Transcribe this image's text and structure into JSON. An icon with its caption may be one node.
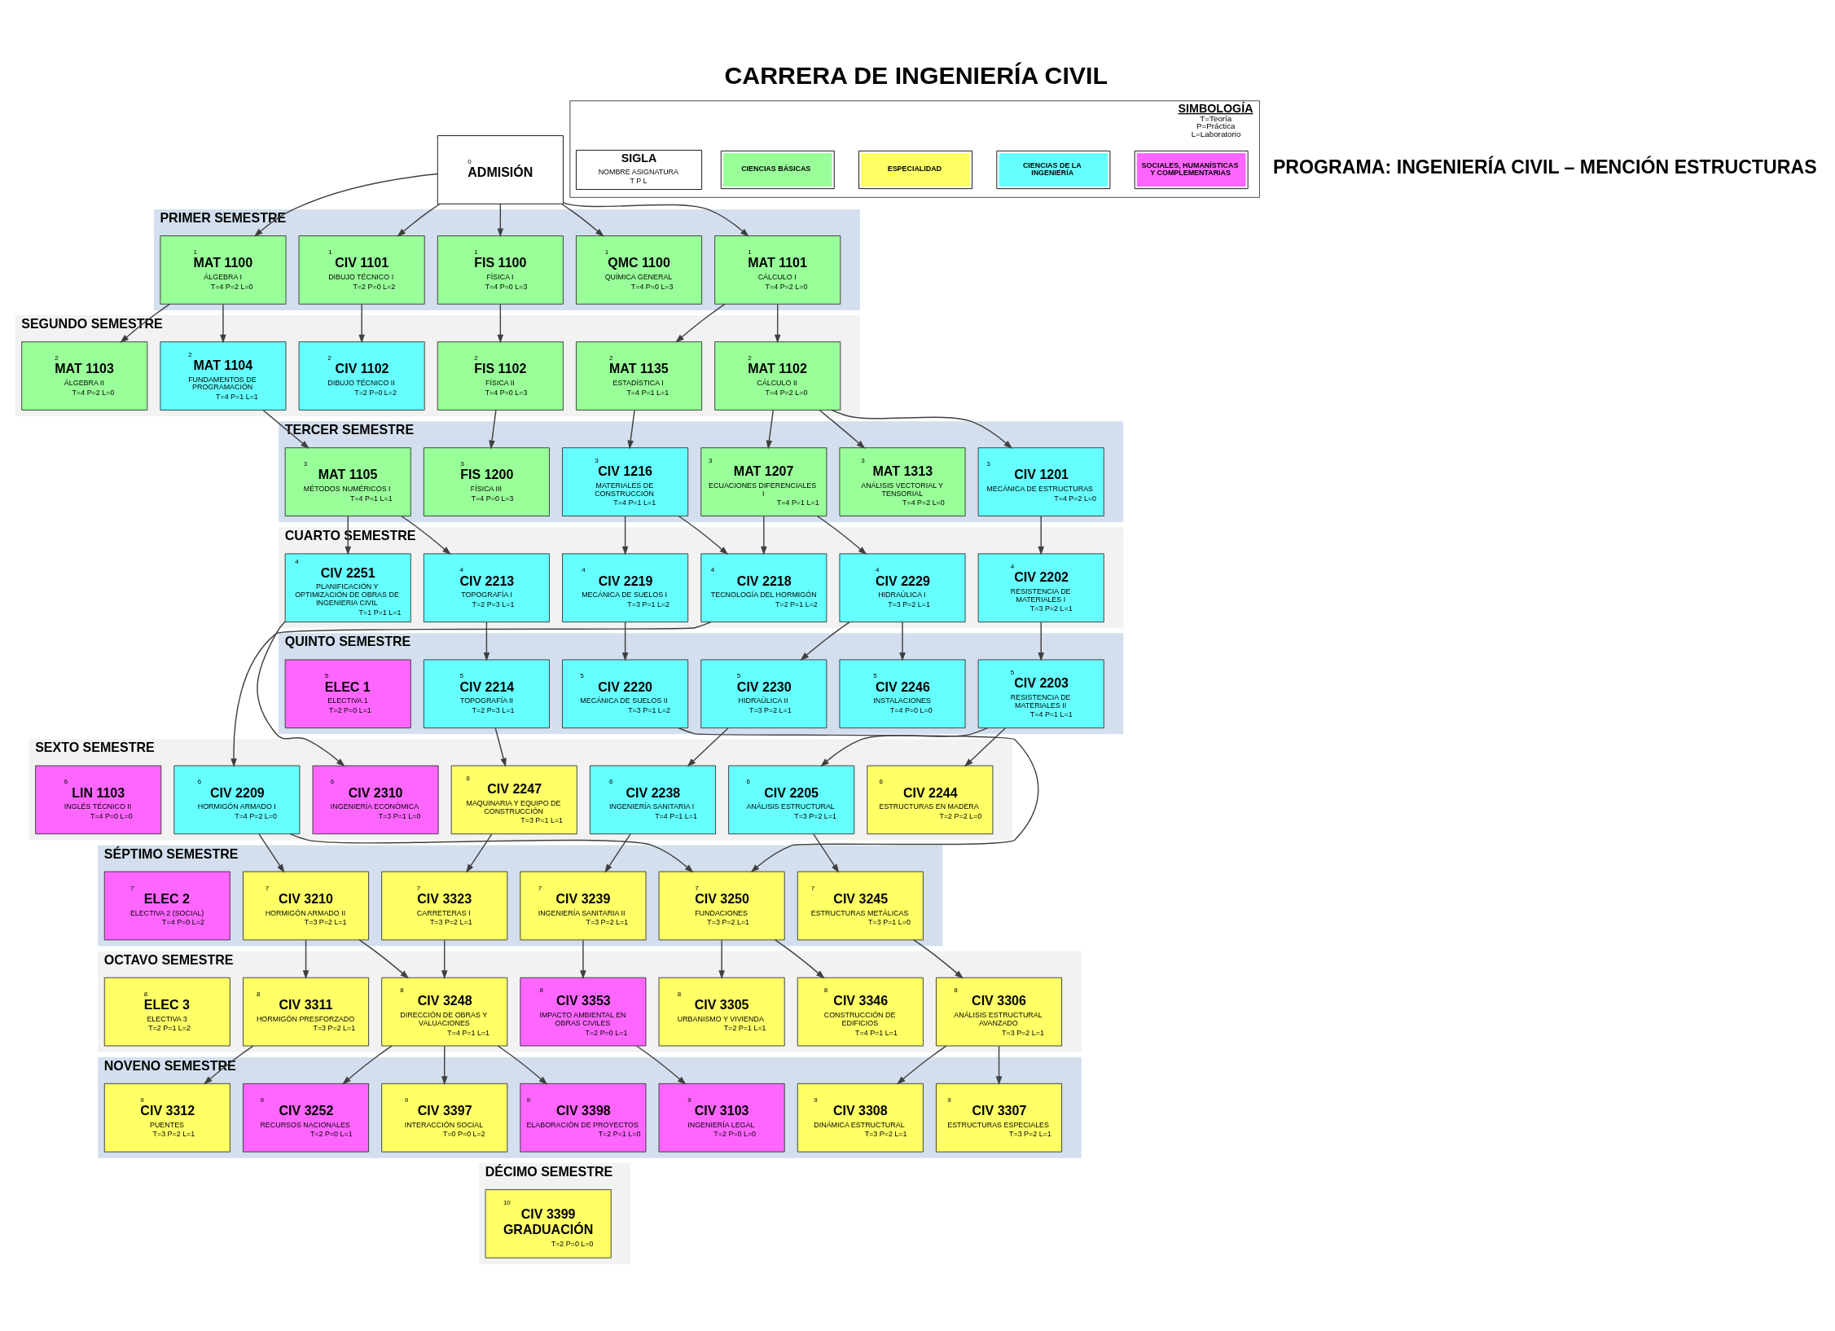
{
  "diagram": {
    "title": "CARRERA DE INGENIERÍA CIVIL",
    "nodes": [
      {
        "text": [
          "0",
          "ADMISIÓN"
        ]
      },
      {
        "text": [
          "PRIMER SEMESTRE"
        ]
      },
      {
        "text": [
          "1",
          "MAT 1101",
          "CÁLCULO I",
          "T=4 P=2 L=0"
        ],
        "in": 1
      },
      {
        "text": [
          "1",
          "QMC 1100",
          "QUÍMICA GENERAL",
          "T=4 P=0 L=3"
        ],
        "in": 1
      },
      {
        "text": [
          "1",
          "FIS 1100",
          "FÍSICA I",
          "T=4 P=0 L=3"
        ],
        "in": 1
      },
      {
        "text": [
          "1",
          "CIV 1101",
          "DIBUJO TÉCNICO I",
          "T=2 P=0 L=2"
        ],
        "in": 1
      },
      {
        "text": [
          "1",
          "MAT 1100",
          "ÁLGEBRA I",
          "T=4 P=2 L=0"
        ],
        "in": 1
      },
      {
        "text": [
          "SEGUNDO SEMESTRE"
        ]
      },
      {
        "text": [
          "2",
          "MAT 1102",
          "CÁLCULO II",
          "T=4 P=2 L=0"
        ],
        "in": 7
      },
      {
        "text": [
          "2",
          "MAT 1135",
          "ESTADÍSTICA I",
          "T=4 P=1 L=1"
        ],
        "in": 7
      },
      {
        "text": [
          "2",
          "FIS 1102",
          "FÍSICA II",
          "T=4 P=0 L=3"
        ],
        "in": 7
      },
      {
        "text": [
          "2",
          "CIV 1102",
          "DIBUJO TÉCNICO II",
          "T=2 P=0 L=2"
        ],
        "in": 7
      },
      {
        "text": [
          "2",
          "MAT 1104",
          "FUNDAMENTOS DE PROGRAMACIÓN",
          "T=4 P=1 L=1"
        ],
        "in": 7
      },
      {
        "text": [
          "2",
          "MAT 1103",
          "ÁLGEBRA II",
          "T=4 P=2 L=0"
        ],
        "in": 7
      },
      {
        "text": [
          "TERCER SEMESTRE"
        ]
      },
      {
        "text": [
          "3",
          "CIV 1201",
          "MECÁNICA DE ESTRUCTURAS",
          "T=4 P=2 L=0"
        ],
        "in": 14
      },
      {
        "text": [
          "3",
          "MAT 1313",
          "ANÁLISIS VECTORIAL Y TENSORIAL",
          "T=4 P=2 L=0"
        ],
        "in": 14
      },
      {
        "text": [
          "3",
          "MAT 1207",
          "ECUACIONES DIFERENCIALES I",
          "T=4 P=1 L=1"
        ],
        "in": 14
      },
      {
        "text": [
          "3",
          "CIV 1216",
          "MATERIALES DE CONSTRUCCIÓN",
          "T=4 P=1 L=1"
        ],
        "in": 14
      },
      {
        "text": [
          "3",
          "FIS 1200",
          "FÍSICA III",
          "T=4 P=0 L=3"
        ],
        "in": 14
      },
      {
        "text": [
          "3",
          "MAT 1105",
          "MÉTODOS NUMÉRICOS I",
          "T=4 P=1 L=1"
        ],
        "in": 14
      },
      {
        "text": [
          "CUARTO SEMESTRE"
        ]
      },
      {
        "text": [
          "4",
          "CIV 2202",
          "RESISTENCIA DE MATERIALES I",
          "T=3 P=2 L=1"
        ],
        "in": 21
      },
      {
        "text": [
          "4",
          "CIV 2229",
          "HIDRAÚLICA I",
          "T=3 P=2 L=1"
        ],
        "in": 21
      },
      {
        "text": [
          "4",
          "CIV 2219",
          "MECÁNICA DE SUELOS I",
          "T=3 P=1 L=2"
        ],
        "in": 21
      },
      {
        "text": [
          "4",
          "CIV 2218",
          "TECNOLOGÍA DEL HORMIGÓN",
          "T=2 P=1 L=2"
        ],
        "in": 21
      },
      {
        "text": [
          "4",
          "CIV 2213",
          "TOPOGRAFÍA I",
          "T=2 P=3 L=1"
        ],
        "in": 21
      },
      {
        "text": [
          "4",
          "CIV 2251",
          "PLANIFICACIÓN Y OPTIMIZACIÓN DE OBRAS DE INGENIERIA CIVIL",
          "T=1 P=1 L=1"
        ],
        "in": 21
      },
      {
        "text": [
          "QUINTO SEMESTRE"
        ]
      },
      {
        "text": [
          "5",
          "CIV 2203",
          "RESISTENCIA DE MATERIALES II",
          "T=4 P=1 L=1"
        ],
        "in": 28
      },
      {
        "text": [
          "5",
          "CIV 2230",
          "HIDRAÚLICA II",
          "T=3 P=2 L=1"
        ],
        "in": 28
      },
      {
        "text": [
          "5",
          "CIV 2246",
          "INSTALACIONES",
          "T=4 P=0 L=0"
        ],
        "in": 28
      },
      {
        "text": [
          "5",
          "CIV 2220",
          "MECÁNICA DE SUELOS II",
          "T=3 P=1 L=2"
        ],
        "in": 28
      },
      {
        "text": [
          "5",
          "CIV 2214",
          "TOPOGRAFÍA II",
          "T=2 P=3 L=1"
        ],
        "in": 28
      },
      {
        "text": [
          "5",
          "ELEC 1",
          "ELECTIVA 1",
          "T=2 P=0 L=1"
        ],
        "in": 28
      },
      {
        "text": [
          "SEXTO SEMESTRE"
        ]
      },
      {
        "text": [
          "6",
          "CIV 2205",
          "ANÁLISIS ESTRUCTURAL",
          "T=3 P=2 L=1"
        ],
        "in": 35
      },
      {
        "text": [
          "6",
          "CIV 2244",
          "ESTRUCTURAS EN MADERA",
          "T=2 P=2 L=0"
        ],
        "in": 35
      },
      {
        "text": [
          "6",
          "CIV 2238",
          "INGENIERÍA SANITARIA I",
          "T=4 P=1 L=1"
        ],
        "in": 35
      },
      {
        "text": [
          "6",
          "CIV 2209",
          "HORMIGÓN ARMADO I",
          "T=4 P=2 L=0"
        ],
        "in": 35
      },
      {
        "text": [
          "6",
          "CIV 2247",
          "MAQUINARIA Y EQUIPO DE CONSTRUCCIÓN",
          "T=3 P=1 L=1"
        ],
        "in": 35
      },
      {
        "text": [
          "6",
          "CIV 2310",
          "INGENIERÍA ECONÓMICA",
          "T=3 P=1 L=0"
        ],
        "in": 35
      },
      {
        "text": [
          "6",
          "LIN 1103",
          "INGLÉS TÉCNICO II",
          "T=4 P=0 L=0"
        ],
        "in": 35
      },
      {
        "text": [
          "SÉPTIMO SEMESTRE"
        ]
      },
      {
        "text": [
          "7",
          "CIV 3245",
          "ESTRUCTURAS METÁLICAS",
          "T=3 P=1 L=0"
        ],
        "in": 43
      },
      {
        "text": [
          "7",
          "CIV 3239",
          "INGENIERÍA SANITARIA II",
          "T=3 P=2 L=1"
        ],
        "in": 43
      },
      {
        "text": [
          "7",
          "CIV 3250",
          "FUNDACIONES",
          "T=3 P=2 L=1"
        ],
        "in": 43
      },
      {
        "text": [
          "7",
          "CIV 3210",
          "HORMIGÓN ARMADO II",
          "T=3 P=2 L=1"
        ],
        "in": 43
      },
      {
        "text": [
          "7",
          "CIV 3323",
          "CARRETERAS I",
          "T=3 P=2 L=1"
        ],
        "in": 43
      },
      {
        "text": [
          "7",
          "ELEC 2",
          "ELECTIVA 2 (SOCIAL)",
          "T=4 P=0 L=2"
        ],
        "in": 43
      },
      {
        "text": [
          "OCTAVO SEMESTRE"
        ]
      },
      {
        "text": [
          "8",
          "CIV 3306",
          "ANÁLISIS ESTRUCTURAL AVANZADO",
          "T=3 P=2 L=1"
        ],
        "in": 50
      },
      {
        "text": [
          "8",
          "CIV 3353",
          "IMPACTO AMBIENTAL EN OBRAS CIVILES",
          "T=2 P=0 L=1"
        ],
        "in": 50
      },
      {
        "text": [
          "8",
          "CIV 3346",
          "CONSTRUCCIÓN DE EDIFICIOS",
          "T=4 P=1 L=1"
        ],
        "in": 50
      },
      {
        "text": [
          "8",
          "CIV 3305",
          "URBANISMO Y VIVIENDA",
          "T=2 P=1 L=1"
        ],
        "in": 50
      },
      {
        "text": [
          "8",
          "CIV 3311",
          "HORMIGÓN PRESFORZADO",
          "T=3 P=2 L=1"
        ],
        "in": 50
      },
      {
        "text": [
          "8",
          "CIV 3248",
          "DIRECCIÓN DE OBRAS Y VALUACIONES",
          "T=4 P=1 L=1"
        ],
        "in": 50
      },
      {
        "text": [
          "8",
          "ELEC 3",
          "ELECTIVA 3",
          "T=2 P=1 L=2"
        ],
        "in": 50
      },
      {
        "text": [
          "NOVENO SEMESTRE"
        ]
      },
      {
        "text": [
          "9",
          "CIV 3307",
          "ESTRUCTURAS ESPECIALES",
          "T=3 P=2 L=1"
        ],
        "in": 58
      },
      {
        "text": [
          "9",
          "CIV 3308",
          "DINÁMICA ESTRUCTURAL",
          "T=3 P=2 L=1"
        ],
        "in": 58
      },
      {
        "text": [
          "9",
          "CIV 3103",
          "INGENIERÍA LEGAL",
          "T=2 P=0 L=0"
        ],
        "in": 58
      },
      {
        "text": [
          "9",
          "CIV 3312",
          "PUENTES",
          "T=3 P=2 L=1"
        ],
        "in": 58
      },
      {
        "text": [
          "9",
          "CIV 3398",
          "ELABORACIÓN DE PROYECTOS",
          "T=2 P=1 L=0"
        ],
        "in": 58
      },
      {
        "text": [
          "9",
          "CIV 3397",
          "INTERACCIÓN SOCIAL",
          "T=0 P=0 L=2"
        ],
        "in": 58
      },
      {
        "text": [
          "9",
          "CIV 3252",
          "RECURSOS NACIONALES",
          "T=2 P=0 L=1"
        ],
        "in": 58
      },
      {
        "text": [
          "DÉCIMO SEMESTRE"
        ]
      },
      {
        "text": [
          "10",
          "CIV 3399",
          "GRADUACIÓN",
          "T=2 P=0 L=0"
        ],
        "in": 66
      },
      {
        "text": [
          "SIMBOLOGÍA",
          "T=Teoría",
          "P=Práctica",
          "L=Laboratorio"
        ]
      },
      {
        "text": [
          "SIGLA",
          "NOMBRE ASIGNATURA",
          "T P L"
        ],
        "in": 68
      }
    ],
    "edges": [
      {
        "from": 0,
        "to": 2,
        "arrow": "to"
      },
      {
        "from": 0,
        "to": 3,
        "arrow": "to"
      },
      {
        "from": 0,
        "to": 4,
        "arrow": "to"
      },
      {
        "from": 0,
        "to": 5,
        "arrow": "to"
      },
      {
        "from": 0,
        "to": 6,
        "arrow": "to"
      },
      {
        "from": 2,
        "to": 8,
        "arrow": "to"
      },
      {
        "from": 2,
        "to": 9,
        "arrow": "to"
      },
      {
        "from": 4,
        "to": 10,
        "arrow": "to"
      },
      {
        "from": 5,
        "to": 11,
        "arrow": "to"
      },
      {
        "from": 6,
        "to": 12,
        "arrow": "to"
      },
      {
        "from": 6,
        "to": 13,
        "arrow": "to"
      },
      {
        "from": 8,
        "to": 15,
        "arrow": "to"
      },
      {
        "from": 8,
        "to": 16,
        "arrow": "to"
      },
      {
        "from": 8,
        "to": 17,
        "arrow": "to"
      },
      {
        "from": 9,
        "to": 18,
        "arrow": "to"
      },
      {
        "from": 10,
        "to": 19,
        "arrow": "to"
      },
      {
        "from": 12,
        "to": 20,
        "arrow": "to"
      },
      {
        "from": 15,
        "to": 22,
        "arrow": "to"
      },
      {
        "from": 17,
        "to": 23,
        "arrow": "to"
      },
      {
        "from": 17,
        "to": 25,
        "arrow": "to"
      },
      {
        "from": 18,
        "to": 24,
        "arrow": "to"
      },
      {
        "from": 18,
        "to": 25,
        "arrow": "to"
      },
      {
        "from": 20,
        "to": 26,
        "arrow": "to"
      },
      {
        "from": 20,
        "to": 27,
        "arrow": "to"
      },
      {
        "from": 22,
        "to": 29,
        "arrow": "to"
      },
      {
        "from": 23,
        "to": 30,
        "arrow": "to"
      },
      {
        "from": 23,
        "to": 31,
        "arrow": "to"
      },
      {
        "from": 24,
        "to": 32,
        "arrow": "to"
      },
      {
        "from": 25,
        "to": 39,
        "arrow": "to"
      },
      {
        "from": 26,
        "to": 33,
        "arrow": "to"
      },
      {
        "from": 27,
        "to": 41,
        "arrow": "to"
      },
      {
        "from": 29,
        "to": 36,
        "arrow": "to"
      },
      {
        "from": 29,
        "to": 37,
        "arrow": "to"
      },
      {
        "from": 30,
        "to": 38,
        "arrow": "to"
      },
      {
        "from": 32,
        "to": 46,
        "arrow": "to"
      },
      {
        "from": 33,
        "to": 40,
        "arrow": "to"
      },
      {
        "from": 39,
        "to": 46,
        "arrow": "to"
      },
      {
        "from": 39,
        "to": 47,
        "arrow": "to"
      },
      {
        "from": 36,
        "to": 44,
        "arrow": "to"
      },
      {
        "from": 38,
        "to": 45,
        "arrow": "to"
      },
      {
        "from": 40,
        "to": 48,
        "arrow": "to"
      },
      {
        "from": 44,
        "to": 51,
        "arrow": "to"
      },
      {
        "from": 45,
        "to": 52,
        "arrow": "to"
      },
      {
        "from": 46,
        "to": 53,
        "arrow": "to"
      },
      {
        "from": 46,
        "to": 54,
        "arrow": "to"
      },
      {
        "from": 47,
        "to": 55,
        "arrow": "to"
      },
      {
        "from": 47,
        "to": 56,
        "arrow": "to"
      },
      {
        "from": 48,
        "to": 56,
        "arrow": "to"
      },
      {
        "from": 51,
        "to": 59,
        "arrow": "to"
      },
      {
        "from": 51,
        "to": 60,
        "arrow": "to"
      },
      {
        "from": 52,
        "to": 61,
        "arrow": "to"
      },
      {
        "from": 55,
        "to": 62,
        "arrow": "to"
      },
      {
        "from": 56,
        "to": 63,
        "arrow": "to"
      },
      {
        "from": 56,
        "to": 64,
        "arrow": "to"
      },
      {
        "from": 56,
        "to": 65,
        "arrow": "to"
      }
    ],
    "labels": [
      "PROGRAMA: INGENIERÍA CIVIL – MENCIÓN ESTRUCTURAS"
    ],
    "legend": [
      {
        "text": "CIENCIAS BÁSICAS",
        "color": "#99ff99"
      },
      {
        "text": "ESPECIALIDAD",
        "color": "#ffff66"
      },
      {
        "text": "CIENCIAS DE LA INGENIERÍA",
        "color": "#66ffff"
      },
      {
        "text": "SOCIALES, HUMANÍSTICAS Y COMPLEMENTARIAS",
        "color": "#ff66ff"
      }
    ]
  }
}
